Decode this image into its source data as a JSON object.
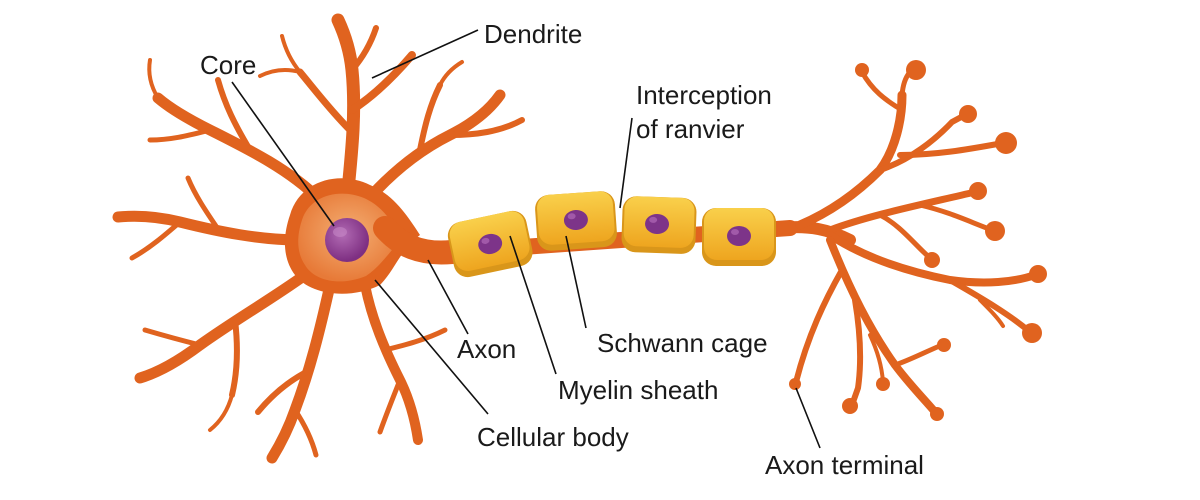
{
  "diagram": {
    "labels": {
      "dendrite": "Dendrite",
      "core": "Core",
      "interception_line1": "Interception",
      "interception_line2": "of ranvier",
      "axon": "Axon",
      "schwann_cage": "Schwann cage",
      "myelin_sheath": "Myelin sheath",
      "cellular_body": "Cellular body",
      "axon_terminal": "Axon terminal"
    },
    "colors": {
      "neuron": "#e0631f",
      "neuron_dark": "#c9521a",
      "cell_body": "#ef9a5d",
      "nucleus": "#8d3b8e",
      "nucleus_highlight": "#b26bb4",
      "myelin": "#f2b52a",
      "myelin_light": "#f9d04b",
      "myelin_edge": "#d9961a",
      "schwann_nucleus": "#7d3489",
      "leader_line": "#111111",
      "text": "#1a1a1a"
    }
  }
}
